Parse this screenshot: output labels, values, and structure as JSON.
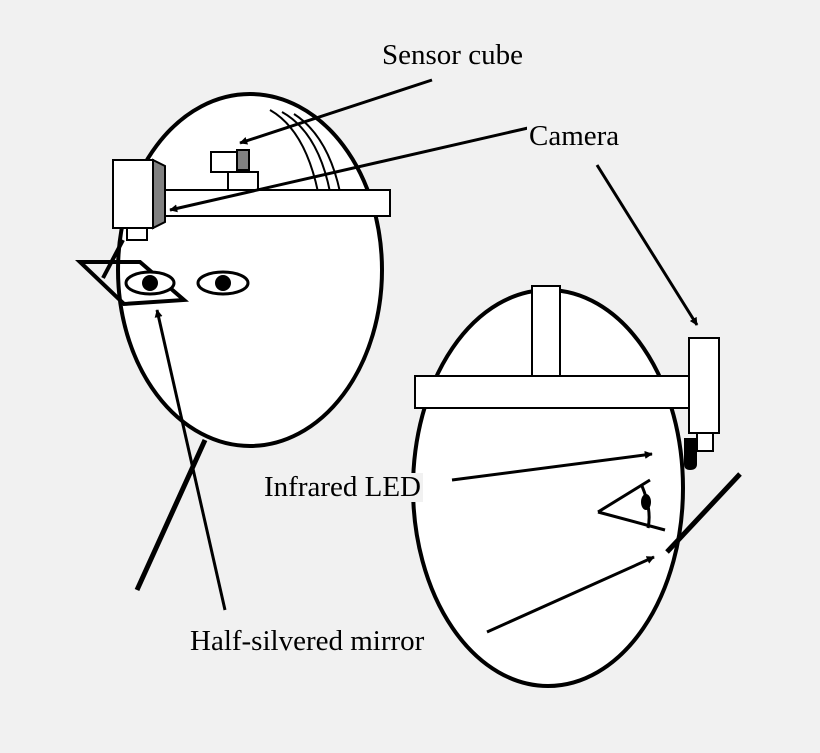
{
  "labels": {
    "sensor_cube": "Sensor cube",
    "camera": "Camera",
    "infrared_led": "Infrared LED",
    "half_silvered_mirror": "Half-silvered mirror"
  },
  "colors": {
    "background": "#f1f1f1",
    "line": "#000000",
    "fill": "#ffffff",
    "shade": "#808080"
  }
}
